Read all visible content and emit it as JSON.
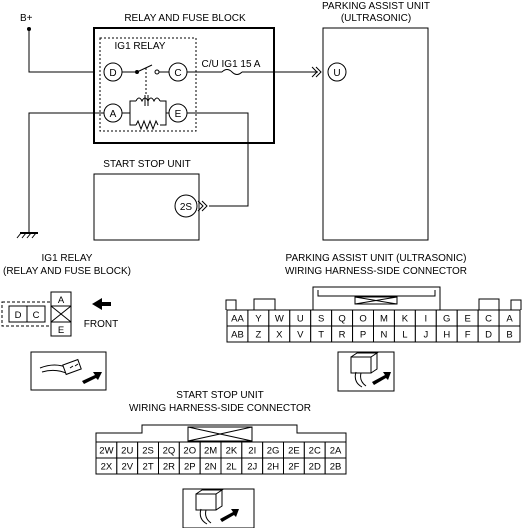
{
  "schematic": {
    "battery_label": "B+",
    "relay_fuse_block_title": "RELAY AND FUSE BLOCK",
    "parking_assist_title_1": "PARKING ASSIST UNIT",
    "parking_assist_title_2": "(ULTRASONIC)",
    "ig1_relay_label": "IG1 RELAY",
    "fuse_label": "C/U IG1 15 A",
    "pins": {
      "d": "D",
      "c": "C",
      "a": "A",
      "e": "E",
      "u": "U",
      "s2": "2S"
    },
    "start_stop_title": "START STOP UNIT"
  },
  "ig1_relay_connector": {
    "title_1": "IG1 RELAY",
    "title_2": "(RELAY AND FUSE BLOCK)",
    "pins": [
      "D",
      "C",
      "A",
      "E"
    ],
    "front_label": "FRONT"
  },
  "parking_assist_connector": {
    "title_1": "PARKING ASSIST UNIT (ULTRASONIC)",
    "title_2": "WIRING HARNESS-SIDE CONNECTOR",
    "row1": [
      "AA",
      "Y",
      "W",
      "U",
      "S",
      "Q",
      "O",
      "M",
      "K",
      "I",
      "G",
      "E",
      "C",
      "A"
    ],
    "row2": [
      "AB",
      "Z",
      "X",
      "V",
      "T",
      "R",
      "P",
      "N",
      "L",
      "J",
      "H",
      "F",
      "D",
      "B"
    ]
  },
  "start_stop_connector": {
    "title_1": "START STOP UNIT",
    "title_2": "WIRING HARNESS-SIDE CONNECTOR",
    "row1": [
      "2W",
      "2U",
      "2S",
      "2Q",
      "2O",
      "2M",
      "2K",
      "2I",
      "2G",
      "2E",
      "2C",
      "2A"
    ],
    "row2": [
      "2X",
      "2V",
      "2T",
      "2R",
      "2P",
      "2N",
      "2L",
      "2J",
      "2H",
      "2F",
      "2D",
      "2B"
    ]
  }
}
